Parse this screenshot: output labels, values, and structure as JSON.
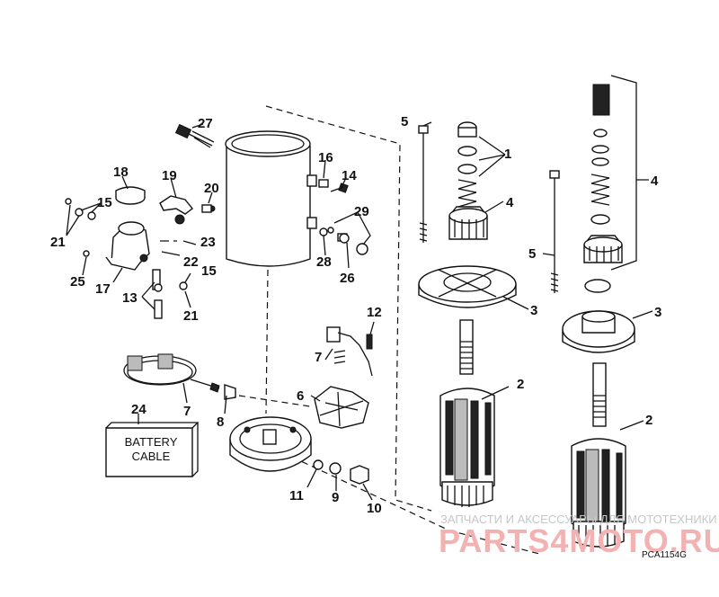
{
  "callouts": [
    "1",
    "2",
    "2",
    "3",
    "3",
    "4",
    "4",
    "5",
    "5",
    "6",
    "7",
    "7",
    "8",
    "9",
    "10",
    "11",
    "12",
    "13",
    "14",
    "15",
    "15",
    "16",
    "17",
    "18",
    "19",
    "20",
    "21",
    "21",
    "22",
    "23",
    "24",
    "25",
    "26",
    "27",
    "28",
    "29"
  ],
  "battery_label_line1": "BATTERY",
  "battery_label_line2": "CABLE",
  "drawing_code": "PCA1154G",
  "watermark": {
    "line1": "ЗАПЧАСТИ И АКСЕССУАРЫ ДЛЯ МОТОТЕХНИКИ",
    "line2": "PARTS4MOTO.RU",
    "logo_accent_color": "#e06a6a"
  }
}
